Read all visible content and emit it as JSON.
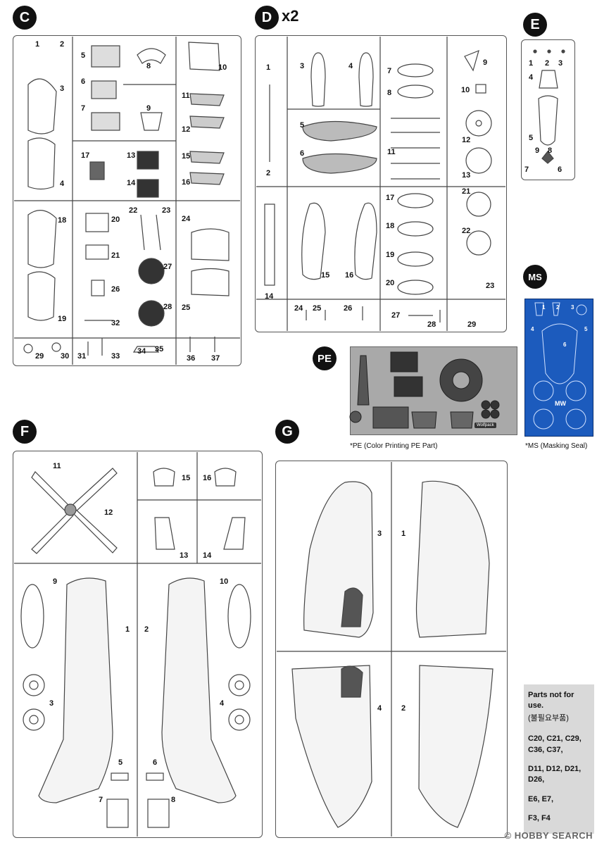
{
  "sprues": {
    "C": {
      "letter": "C",
      "labels": [
        "1",
        "2",
        "5",
        "6",
        "7",
        "8",
        "9",
        "10",
        "3",
        "4",
        "11",
        "12",
        "13",
        "14",
        "15",
        "16",
        "17",
        "18",
        "19",
        "20",
        "21",
        "22",
        "23",
        "24",
        "25",
        "26",
        "27",
        "28",
        "29",
        "30",
        "31",
        "32",
        "33",
        "34",
        "35",
        "36",
        "37"
      ]
    },
    "D": {
      "letter": "D",
      "multiplier": "x2",
      "labels": [
        "1",
        "2",
        "3",
        "4",
        "5",
        "6",
        "7",
        "8",
        "9",
        "10",
        "11",
        "12",
        "13",
        "14",
        "15",
        "16",
        "17",
        "18",
        "19",
        "20",
        "21",
        "22",
        "23",
        "24",
        "25",
        "26",
        "27",
        "28",
        "29"
      ]
    },
    "E": {
      "letter": "E",
      "labels": [
        "1",
        "2",
        "3",
        "4",
        "5",
        "6",
        "7",
        "8",
        "9"
      ]
    },
    "F": {
      "letter": "F",
      "labels": [
        "1",
        "2",
        "3",
        "4",
        "5",
        "6",
        "7",
        "8",
        "9",
        "10",
        "11",
        "12",
        "13",
        "14",
        "15",
        "16"
      ]
    },
    "G": {
      "letter": "G",
      "labels": [
        "1",
        "2",
        "3",
        "4"
      ]
    },
    "PE": {
      "letter": "PE",
      "caption": "*PE (Color Printing PE Part)",
      "brand": "Wolfpack"
    },
    "MS": {
      "letter": "MS",
      "caption": "*MS (Masking Seal)",
      "mark": "MW",
      "labels": [
        "1",
        "2",
        "3",
        "4",
        "5",
        "6"
      ]
    }
  },
  "legend": {
    "title": "Parts not for use.",
    "subtitle": "(불필요부품)",
    "groups": [
      "C20, C21, C29, C36, C37,",
      "D11, D12, D21, D26,",
      "E6, E7,",
      "F3, F4"
    ]
  },
  "watermark": "© HOBBY SEARCH"
}
